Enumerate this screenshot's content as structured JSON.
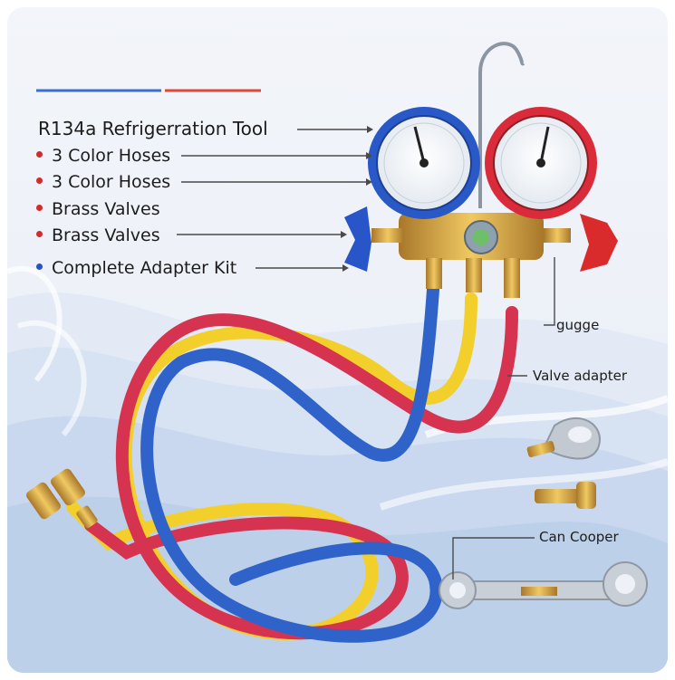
{
  "title": "R134a Refrigerration Tool",
  "features": [
    {
      "text": "3 Color Hoses",
      "bullet_color": "#d12b2b"
    },
    {
      "text": "3 Color Hoses",
      "bullet_color": "#d12b2b"
    },
    {
      "text": "Brass Valves",
      "bullet_color": "#d12b2b"
    },
    {
      "text": "Brass Valves",
      "bullet_color": "#d12b2b"
    },
    {
      "text": "Complete Adapter Kit",
      "bullet_color": "#2255c4"
    }
  ],
  "callouts": {
    "gauge": "gugge",
    "valve_adapter": "Valve adapter",
    "can_opener": "Can Cooper"
  },
  "colors": {
    "blue_hose": "#2f63c9",
    "red_hose": "#d63350",
    "yellow_hose": "#f2cf2b",
    "brass": "#d9a83a",
    "accent_blue": "#3a6fd0",
    "accent_red": "#e0473a"
  }
}
